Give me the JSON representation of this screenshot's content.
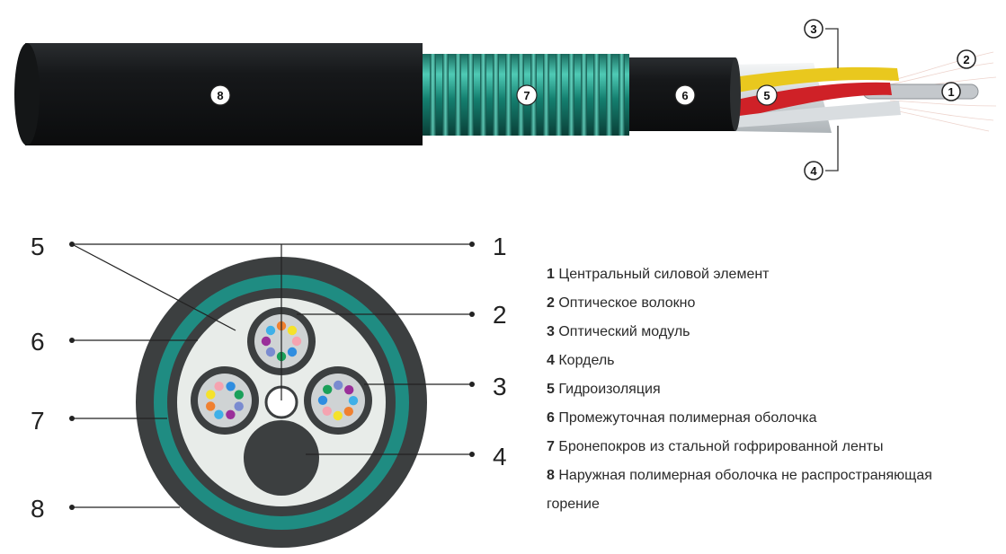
{
  "colors": {
    "outer_sheath": "#3c3f40",
    "armor": "#1f8c82",
    "inner_ring": "#e8ece9",
    "module_fill": "#cfd3d4",
    "module_ring": "#3c3f40",
    "cord": "#3c3f40",
    "leader_line": "#222222"
  },
  "fiber_colors": [
    "#f08030",
    "#f5e22a",
    "#f5a3b0",
    "#2f8de0",
    "#1aa05a",
    "#7a8bd0",
    "#9a2f9a",
    "#3fb0e8"
  ],
  "top_view": {
    "segment_labels": [
      "8",
      "7",
      "6",
      "5"
    ],
    "callouts": [
      "3",
      "2",
      "1",
      "4"
    ]
  },
  "cross_section": {
    "left_labels": [
      "5",
      "6",
      "7",
      "8"
    ],
    "right_labels": [
      "1",
      "2",
      "3",
      "4"
    ]
  },
  "legend": [
    {
      "num": "1",
      "text": "Центральный силовой элемент"
    },
    {
      "num": "2",
      "text": "Оптическое волокно"
    },
    {
      "num": "3",
      "text": "Оптический модуль"
    },
    {
      "num": "4",
      "text": "Кордель"
    },
    {
      "num": "5",
      "text": "Гидроизоляция"
    },
    {
      "num": "6",
      "text": "Промежуточная полимерная оболочка"
    },
    {
      "num": "7",
      "text": "Бронепокров из стальной гофрированной ленты"
    },
    {
      "num": "8",
      "text": "Наружная полимерная оболочка не распространяющая горение"
    }
  ]
}
